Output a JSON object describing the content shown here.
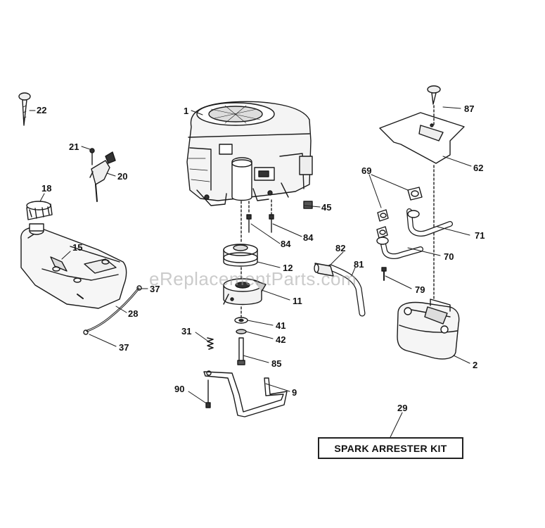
{
  "diagram": {
    "watermark": "eReplacementParts.com",
    "kit_label": "SPARK ARRESTER KIT",
    "callouts": {
      "c1": "1",
      "c2": "2",
      "c9": "9",
      "c11": "11",
      "c12": "12",
      "c15": "15",
      "c18": "18",
      "c20": "20",
      "c21": "21",
      "c22": "22",
      "c28": "28",
      "c29": "29",
      "c31": "31",
      "c37a": "37",
      "c37b": "37",
      "c41": "41",
      "c42": "42",
      "c45": "45",
      "c62": "62",
      "c69": "69",
      "c70": "70",
      "c71": "71",
      "c79": "79",
      "c81": "81",
      "c82": "82",
      "c84a": "84",
      "c84b": "84",
      "c85": "85",
      "c87": "87",
      "c90": "90"
    }
  }
}
